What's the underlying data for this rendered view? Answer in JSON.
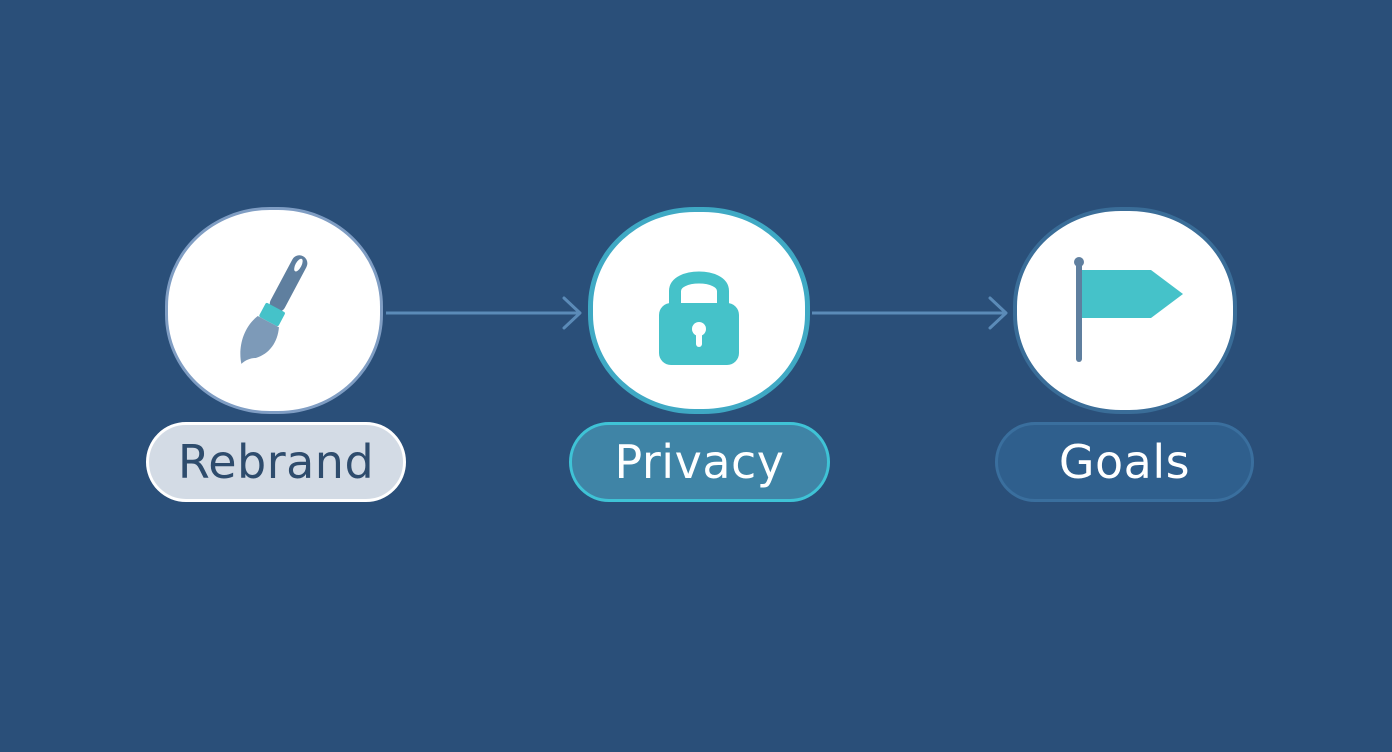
{
  "steps": [
    {
      "label": "Rebrand",
      "icon": "paintbrush-icon"
    },
    {
      "label": "Privacy",
      "icon": "lock-icon"
    },
    {
      "label": "Goals",
      "icon": "flag-icon"
    }
  ],
  "colors": {
    "background": "#2a4f79",
    "accent_teal": "#45c2c9",
    "muted_blue": "#5f7f9f",
    "connector": "#5b8bb8"
  }
}
